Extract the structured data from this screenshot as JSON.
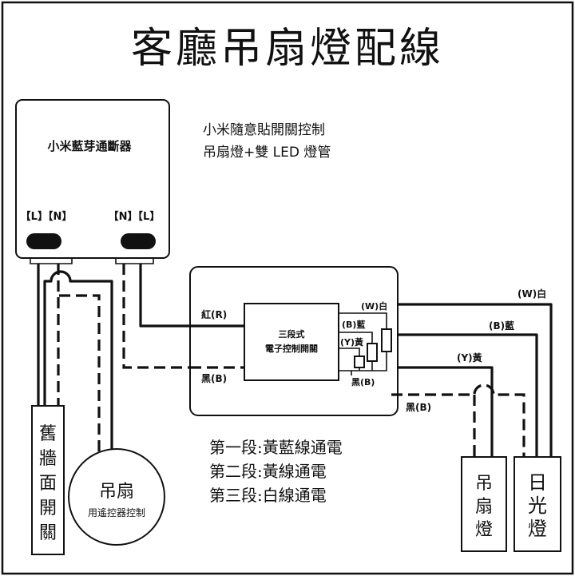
{
  "title": "客廳吊扇燈配線",
  "controller": {
    "name": "小米藍芽通斷器",
    "terminals_left": "【L】【N】",
    "terminals_right": "【N】【L】"
  },
  "note": {
    "line1": "小米隨意貼開關控制",
    "line2": "吊扇燈+雙 LED 燈管"
  },
  "switch_module": {
    "line1": "三段式",
    "line2": "電子控制開關",
    "in_red": "紅(R)",
    "in_black": "黑(B)",
    "out_white": "(W)白",
    "out_blue": "(B)藍",
    "out_yellow": "(Y)黃",
    "out_black": "黑(B)"
  },
  "outputs": {
    "white": "(W)白",
    "blue": "(B)藍",
    "yellow": "(Y)黃",
    "black": "黑(B)"
  },
  "stages": [
    "第一段:黃藍線通電",
    "第二段:黃線通電",
    "第三段:白線通電"
  ],
  "wall_switch": [
    "舊",
    "牆",
    "面",
    "開",
    "關"
  ],
  "fan": {
    "name": "吊扇",
    "sub": "用遙控器控制"
  },
  "fan_light": [
    "吊",
    "扇",
    "燈"
  ],
  "fluorescent": [
    "日",
    "光",
    "燈"
  ]
}
